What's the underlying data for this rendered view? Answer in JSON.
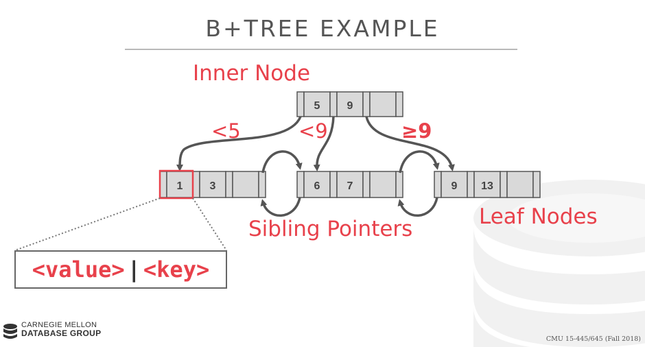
{
  "slide": {
    "title": "B+TREE EXAMPLE",
    "labels": {
      "inner_node": "Inner Node",
      "lt5": "<5",
      "lt9": "<9",
      "gte9": "≥9",
      "sibling_pointers": "Sibling Pointers",
      "leaf_nodes": "Leaf Nodes"
    },
    "inner_node": {
      "keys": [
        "5",
        "9",
        ""
      ]
    },
    "leaves": [
      {
        "keys": [
          "1",
          "3",
          ""
        ]
      },
      {
        "keys": [
          "6",
          "7",
          ""
        ]
      },
      {
        "keys": [
          "9",
          "13",
          ""
        ]
      }
    ],
    "entry_format": {
      "value": "<value>",
      "separator": "|",
      "key": "<key>"
    },
    "footer": {
      "line1": "CARNEGIE MELLON",
      "line2": "DATABASE GROUP",
      "course": "CMU 15-445/645 (Fall 2018)"
    },
    "colors": {
      "accent": "#e8414b",
      "node_fill": "#d9d9d9",
      "node_stroke": "#555555",
      "arrow": "#555555"
    }
  }
}
